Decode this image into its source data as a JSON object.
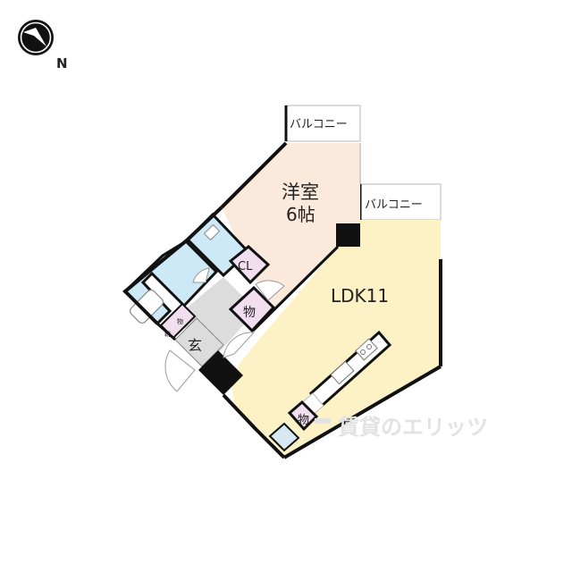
{
  "compass": {
    "label": "N",
    "icon": "compass-north-arrow-icon"
  },
  "rooms": {
    "western_room": {
      "name": "洋室",
      "size": "6帖",
      "color": "#fbe9dc"
    },
    "ldk": {
      "name": "LDK11",
      "color": "#fdf2c6"
    },
    "balcony_1": {
      "name": "バルコニー"
    },
    "balcony_2": {
      "name": "バルコニー"
    },
    "closet": {
      "name": "CL",
      "color": "#f1dff0"
    },
    "storage_hall": {
      "name": "物",
      "color": "#f1dff0"
    },
    "storage_kitchen": {
      "name": "物",
      "color": "#f1dff0"
    },
    "storage_entry": {
      "name": "物"
    },
    "shoe_box": {
      "name": "靴"
    },
    "entrance": {
      "name": "玄",
      "color": "#dcdcdc"
    },
    "bath": {
      "color": "#cde8f7"
    },
    "toilet": {
      "color": "#cde8f7"
    }
  },
  "watermark": "賃貸のエリッツ",
  "colors": {
    "wall": "#111111",
    "western_room": "#fbe9dc",
    "ldk": "#fdf2c6",
    "wet_area": "#cde8f7",
    "storage": "#f1dff0",
    "hall": "#dcdcdc",
    "watermark": "#e3e3e3"
  }
}
